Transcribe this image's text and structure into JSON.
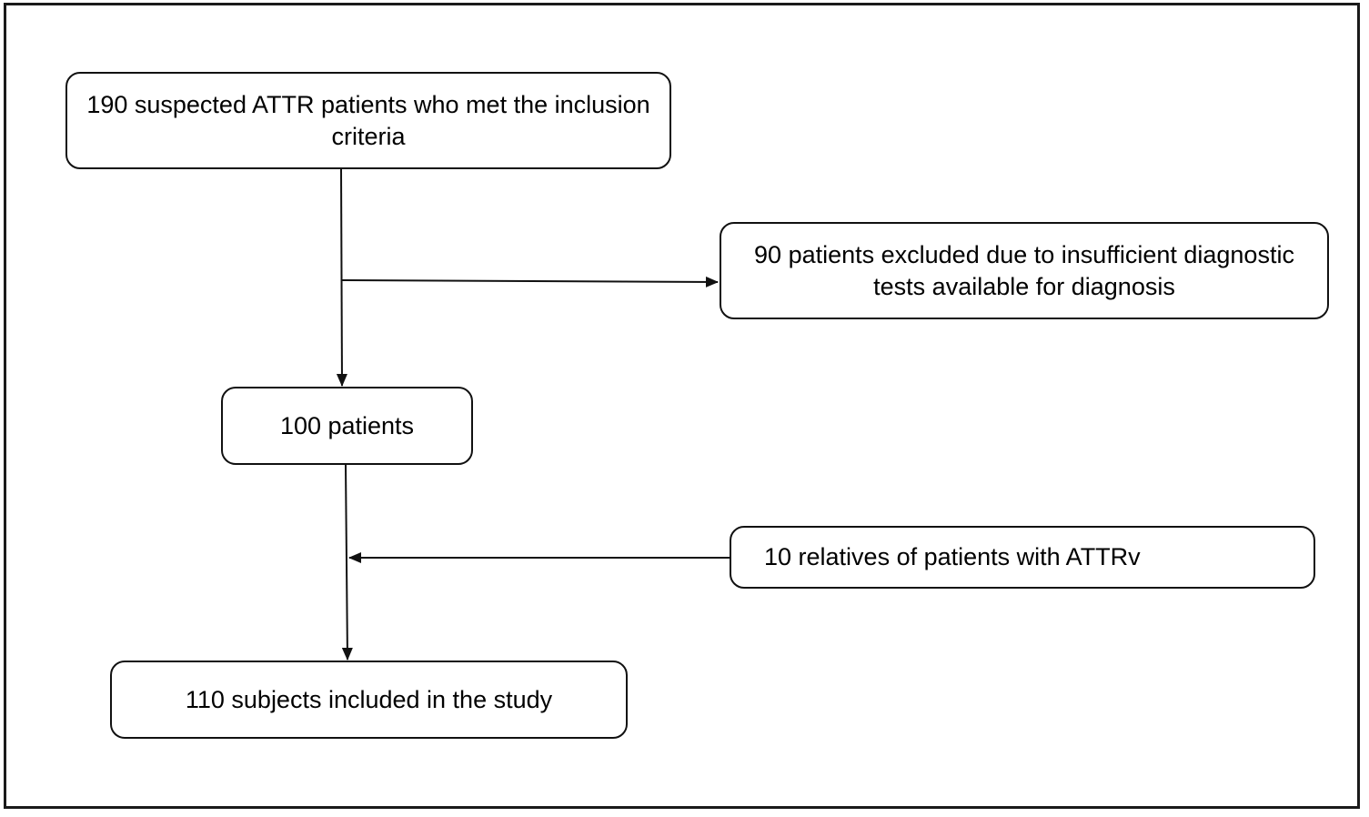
{
  "diagram": {
    "nodes": {
      "start": {
        "text": "190 suspected ATTR patients who met the inclusion criteria"
      },
      "excluded": {
        "text": "90 patients excluded due to insufficient diagnostic tests available for diagnosis"
      },
      "remaining": {
        "text": "100 patients"
      },
      "relatives": {
        "text": "10 relatives of patients with ATTRv"
      },
      "final": {
        "text": "110 subjects included in the study"
      }
    },
    "edges": [
      {
        "from": "start",
        "to": "remaining"
      },
      {
        "from": "start",
        "to": "excluded"
      },
      {
        "from": "remaining",
        "to": "final"
      },
      {
        "from": "relatives",
        "to": "final"
      }
    ],
    "colors": {
      "line": "#111111",
      "background": "#ffffff"
    }
  }
}
